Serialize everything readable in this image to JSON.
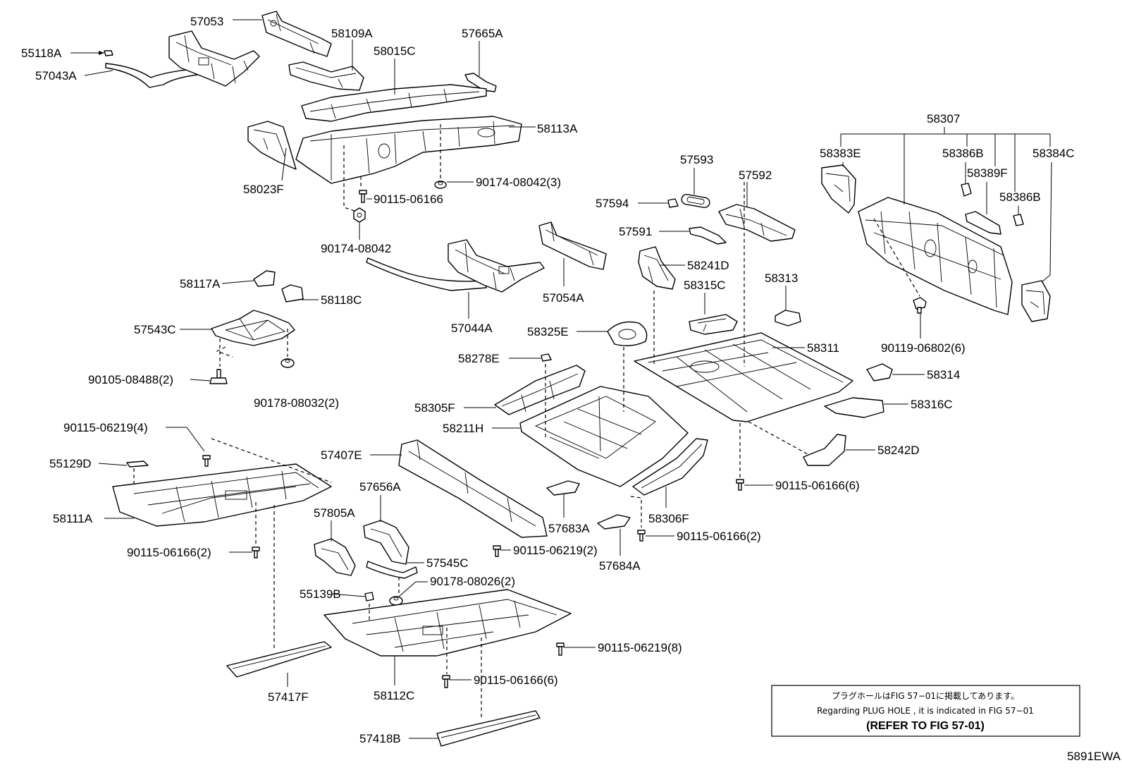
{
  "callouts": [
    "57053",
    "55118A",
    "57043A",
    "58109A",
    "57665A",
    "58015C",
    "58113A",
    "58023F",
    "90174-08042(3)",
    "90115-06166",
    "90174-08042",
    "57593",
    "57592",
    "57594",
    "57591",
    "58241D",
    "58315C",
    "58313",
    "58307",
    "58383E",
    "58386B",
    "58389F",
    "58384C",
    "58386B",
    "90119-06802(6)",
    "58117A",
    "58118C",
    "57543C",
    "90105-08488(2)",
    "90178-08032(2)",
    "57044A",
    "57054A",
    "58325E",
    "58311",
    "58278E",
    "58314",
    "58305F",
    "58316C",
    "58211H",
    "58242D",
    "90115-06219(4)",
    "55129D",
    "57407E",
    "90115-06166(6)",
    "57656A",
    "58111A",
    "57805A",
    "58306F",
    "57683A",
    "90115-06166(2)",
    "90115-06219(2)",
    "90115-06166(2)",
    "57684A",
    "57545C",
    "90178-08026(2)",
    "55139B",
    "90115-06219(8)",
    "90115-06166(6)",
    "57417F",
    "58112C",
    "57418B"
  ],
  "note": {
    "jp": "プラグホールはFIG 57−01に掲載してあります。",
    "en": "Regarding  PLUG  HOLE , it is indicated in FIG  57−01",
    "ref": "(REFER TO FIG 57-01)"
  },
  "diagram_code": "5891EWA"
}
